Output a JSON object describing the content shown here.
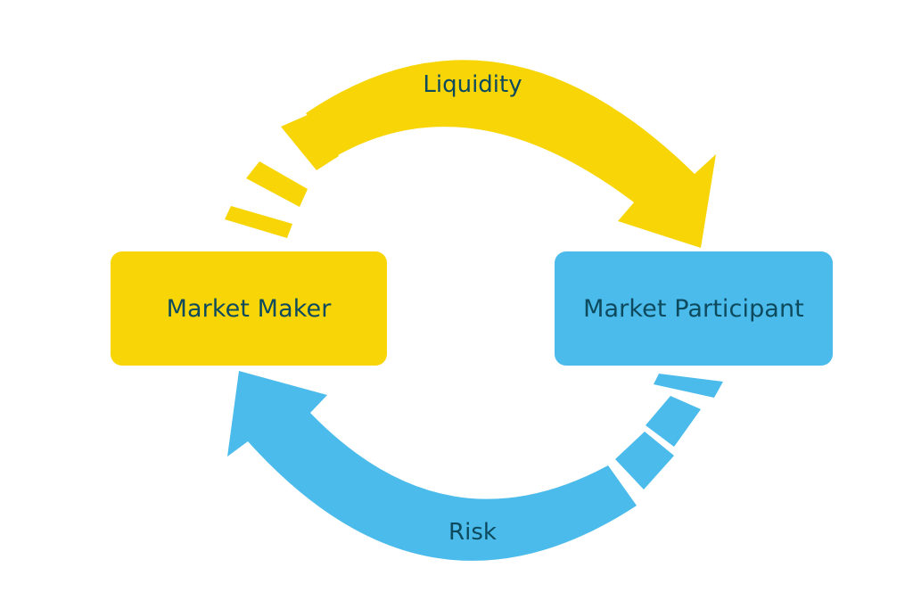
{
  "diagram": {
    "nodes": {
      "market_maker": "Market Maker",
      "market_participant": "Market Participant"
    },
    "flows": {
      "liquidity": "Liquidity",
      "risk": "Risk"
    },
    "colors": {
      "yellow": "#f8d507",
      "blue": "#4bbbeb",
      "text": "#0d4a5e"
    }
  }
}
